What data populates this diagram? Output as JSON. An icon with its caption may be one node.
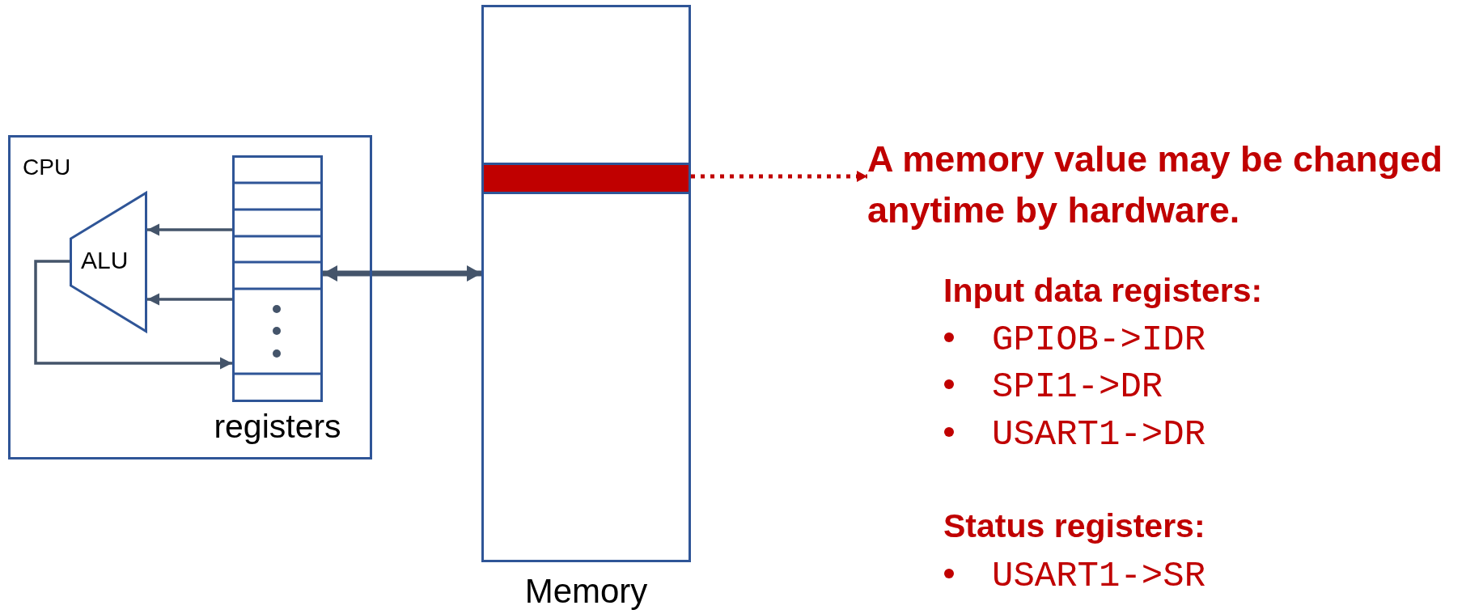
{
  "diagram": {
    "nodes": [
      {
        "text": [
          "CPU"
        ]
      },
      {
        "text": [
          "ALU"
        ],
        "in": 0
      },
      {
        "text": [],
        "shape": "box",
        "in": 0,
        "beside": [
          "registers"
        ]
      },
      {
        "text": [],
        "shape": "box",
        "beside": [
          "Memory"
        ]
      },
      {
        "text": [],
        "shape": "bar",
        "in": 3
      },
      {
        "text": [
          "A memory value may be changed anytime by hardware."
        ]
      }
    ],
    "edges": [
      {
        "from": 2,
        "to": 1,
        "arrow": "to"
      },
      {
        "from": 2,
        "to": 1,
        "arrow": "to"
      },
      {
        "from": 1,
        "to": 2,
        "arrow": "to"
      },
      {
        "from": 2,
        "to": 3,
        "arrow": "both",
        "style": "thick"
      },
      {
        "from": 4,
        "to": 5,
        "arrow": "to",
        "style": "dashed",
        "color": "#c00000"
      }
    ],
    "labels": [
      "Input data registers:",
      "GPIOB->IDR",
      "SPI1->DR",
      "USART1->DR",
      "Status registers:",
      "USART1->SR"
    ]
  }
}
